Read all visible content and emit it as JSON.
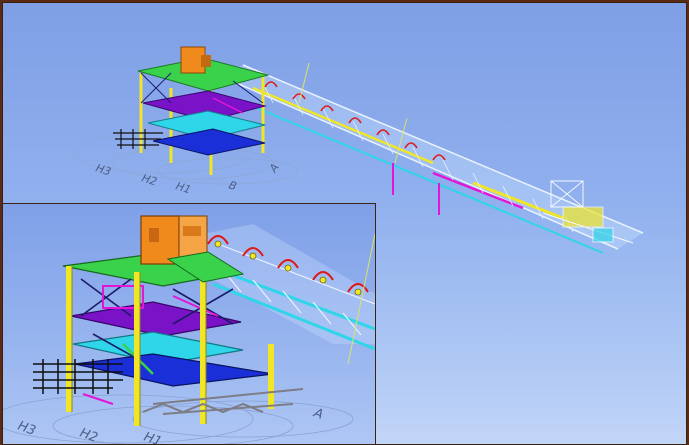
{
  "window": {
    "background_top": "#7f9fe6",
    "background_bottom": "#c1d5f7",
    "frame_color": "#5a2a14"
  },
  "grid_labels": {
    "main": [
      "H3",
      "H2",
      "H1",
      "B",
      "A"
    ],
    "inset": [
      "H3",
      "H2",
      "H1",
      "A"
    ]
  },
  "colors": {
    "column_yellow": "#f0e626",
    "beam_green": "#39d24a",
    "beam_purple": "#7a12c8",
    "beam_cyan": "#2fd5e8",
    "beam_blue": "#1a2fd8",
    "magenta": "#e316d8",
    "drive_orange": "#f08a1c",
    "idler_red": "#e01818",
    "truss_white": "#e9f2ff"
  }
}
